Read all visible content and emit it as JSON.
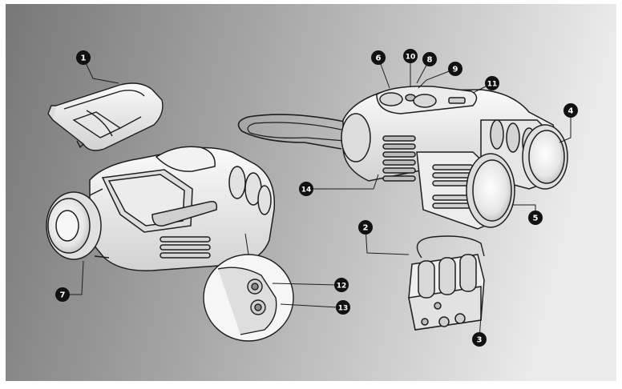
{
  "colors": {
    "background_dark": "#7b7b7b",
    "background_light": "#ededed",
    "device_fill": "#f4f4f4",
    "device_shade": "#c9c9c9",
    "line": "#1e1e1e",
    "callout_fill": "#111111",
    "callout_text": "#ffffff"
  },
  "callouts": [
    {
      "num": "1",
      "part": "battery-cover"
    },
    {
      "num": "2",
      "part": "battery-pack-wire"
    },
    {
      "num": "3",
      "part": "battery-pack"
    },
    {
      "num": "4",
      "part": "right-objective-lens"
    },
    {
      "num": "5",
      "part": "left-objective-lens"
    },
    {
      "num": "6",
      "part": "top-button-left"
    },
    {
      "num": "7",
      "part": "eyepiece"
    },
    {
      "num": "8",
      "part": "top-button-middle"
    },
    {
      "num": "9",
      "part": "top-button-right"
    },
    {
      "num": "10",
      "part": "top-button-center"
    },
    {
      "num": "11",
      "part": "housing-top"
    },
    {
      "num": "12",
      "part": "upper-port"
    },
    {
      "num": "13",
      "part": "lower-port"
    },
    {
      "num": "14",
      "part": "focus-ring"
    }
  ]
}
